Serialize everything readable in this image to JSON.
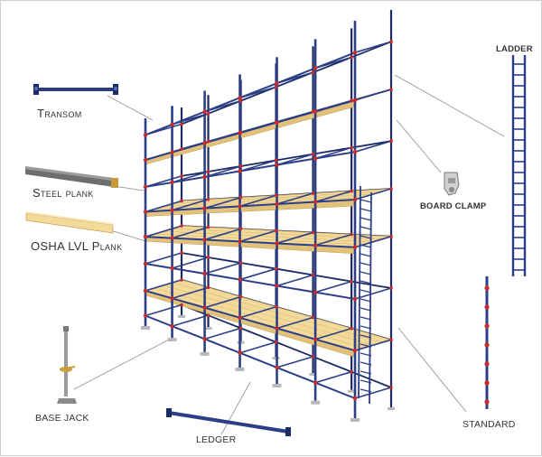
{
  "diagram": {
    "labels": {
      "transom": "Transom",
      "steel_plank": "Steel plank",
      "lvl_plank": "OSHA LVL Plank",
      "ladder": "LADDER",
      "board_clamp": "BOARD CLAMP",
      "base_jack": "BASE JACK",
      "ledger": "LEDGER",
      "standard": "STANDARD"
    },
    "colors": {
      "steel": "#2c3f86",
      "steel_dark": "#1c2b63",
      "coupler": "#cc2a2a",
      "plank_wood": "#f3d99a",
      "plank_edge": "#c9a55f",
      "steel_plank": "#6b6b6b",
      "jack": "#9a9a9a",
      "leader": "#8f8f8f"
    }
  }
}
